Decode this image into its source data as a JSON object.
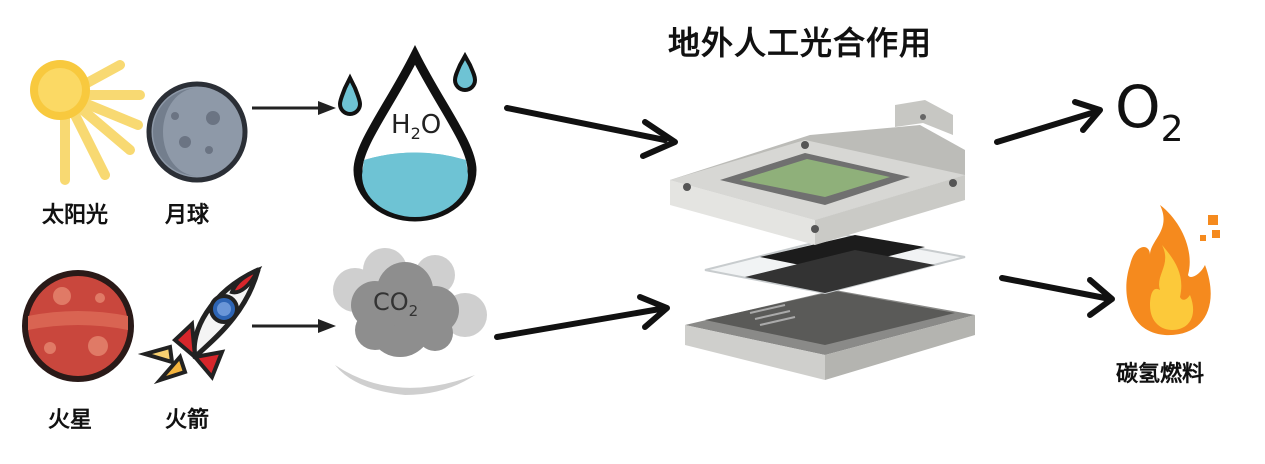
{
  "title": "地外人工光合作用",
  "sources": {
    "sun_label": "太阳光",
    "moon_label": "月球",
    "mars_label": "火星",
    "rocket_label": "火箭"
  },
  "inputs": {
    "water_formula_main": "H",
    "water_formula_sub": "2",
    "water_formula_end": "O",
    "co2_formula_main": "CO",
    "co2_formula_sub": "2"
  },
  "outputs": {
    "oxygen_main": "O",
    "oxygen_sub": "2",
    "fuel_label": "碳氢燃料"
  },
  "colors": {
    "sun": "#f7d35a",
    "moon": "#8e99a8",
    "mars": "#c9473d",
    "water": "#6ec3d4",
    "smoke": "#9a9a9a",
    "flame": "#f59a1e",
    "device_frame": "#d9d9d6",
    "device_window": "#8fb07a"
  }
}
